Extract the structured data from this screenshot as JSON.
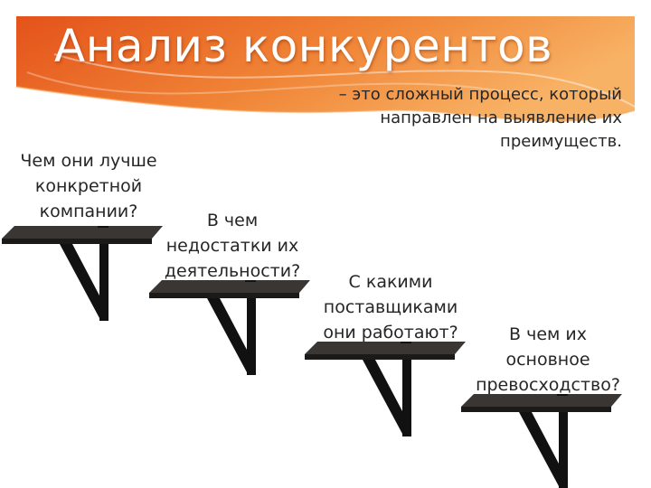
{
  "title": "Анализ конкурентов",
  "subtitle": "– это сложный процесс, который направлен на выявление их преимуществ.",
  "steps": [
    {
      "label": "Чем они лучше конкретной компании?"
    },
    {
      "label": "В чем недостатки их деятельности?"
    },
    {
      "label": "С какими поставщиками они работают?"
    },
    {
      "label": "В чем их основное превосходство?"
    }
  ],
  "colors": {
    "banner_start": "#E8581C",
    "banner_end": "#F7A552",
    "shelf_top": "#3A3633",
    "shelf_edge": "#1C1A19",
    "bracket": "#111111"
  }
}
